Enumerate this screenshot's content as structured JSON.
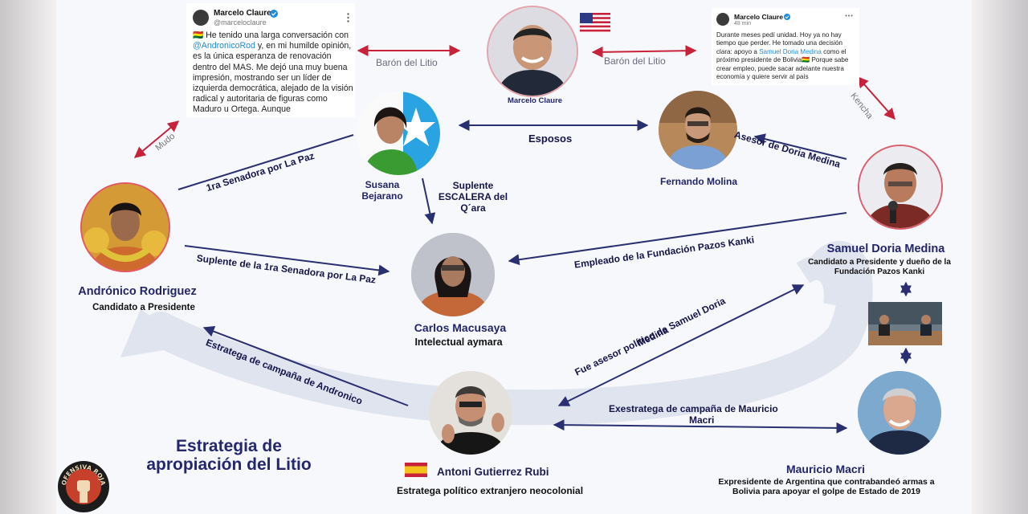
{
  "tweets": {
    "left": {
      "author": "Marcelo Claure",
      "handle": "@marceloclaure",
      "text_a": "🇧🇴 He tenido una larga conversación con ",
      "mention": "@AndronicoRod",
      "text_b": " y, en mi humilde opinión, es la única esperanza de renovación dentro del MAS. Me dejó una muy buena impresión, mostrando ser un líder de izquierda democrática, alejado de la visión radical y autoritaria de figuras como Maduro u Ortega. Aunque"
    },
    "right": {
      "author": "Marcelo Claure",
      "meta": "48 min",
      "text_a": "Durante meses pedí unidad. Hoy ya no hay tiempo que perder. He tomado una decisión clara: apoyo a ",
      "mention": "Samuel Doria Medina",
      "text_b": " como el próximo presidente de Bolivia🇧🇴 Porque sabe crear empleo, puede sacar adelante nuestra economía y quiere servir al país"
    }
  },
  "people": {
    "claure": {
      "name": "Marcelo Claure"
    },
    "susana": {
      "name_line1": "Susana",
      "name_line2": "Bejarano"
    },
    "molina": {
      "name": "Fernando Molina"
    },
    "samuel": {
      "name": "Samuel Doria Medina",
      "role": "Candidato a Presidente y  dueño de la Fundación Pazos Kanki"
    },
    "andronico": {
      "name": "Andrónico Rodriguez",
      "role": "Candidato a Presidente"
    },
    "carlos": {
      "name": "Carlos Macusaya",
      "role": "Intelectual aymara"
    },
    "antoni": {
      "name": "Antoni Gutierrez Rubi",
      "role": "Estratega político extranjero neocolonial"
    },
    "macri": {
      "name": "Mauricio Macri",
      "role": "Expresidente de Argentina que contrabandeó armas a Bolivia para apoyar el golpe de Estado de 2019"
    }
  },
  "relations": {
    "mudo": "Mudo",
    "baron_left": "Barón del Litio",
    "baron_right": "Barón del Litio",
    "kencha": "Kencha",
    "esposos": "Esposos",
    "asesor": "Asesor de Doria Medina",
    "senadora": "1ra Senadora por La Paz",
    "suplente_escalera_1": "Suplente",
    "suplente_escalera_2": "ESCALERA del",
    "suplente_escalera_3": "Q´ara",
    "empleado": "Empleado de la Fundación Pazos Kanki",
    "suplente_senadora": "Suplente de la 1ra Senadora por La Paz",
    "estratega_andronico": "Estratega de campaña de Andronico",
    "fue_asesor_1": "Fue asesor político de Samuel Doria",
    "fue_asesor_2": "Medina",
    "exestratega_1": "Exestratega de campaña de Mauricio",
    "exestratega_2": "Macri"
  },
  "title": {
    "line1": "Estrategia de",
    "line2": "apropiación del Litio"
  },
  "logo": {
    "text": "OFENSIVA ROJA"
  },
  "colors": {
    "navy": "#25276e",
    "arrow_red": "#c8223a",
    "arrow_navy": "#2a2f72",
    "swoosh": "#dfe4ee",
    "twitter_blue": "#1d8ce0"
  },
  "icons": [
    "usa-flag-icon",
    "spain-flag-icon",
    "bolivia-flag-icon",
    "verified-badge-icon",
    "more-options-icon",
    "star-party-logo-icon",
    "fist-icon"
  ]
}
